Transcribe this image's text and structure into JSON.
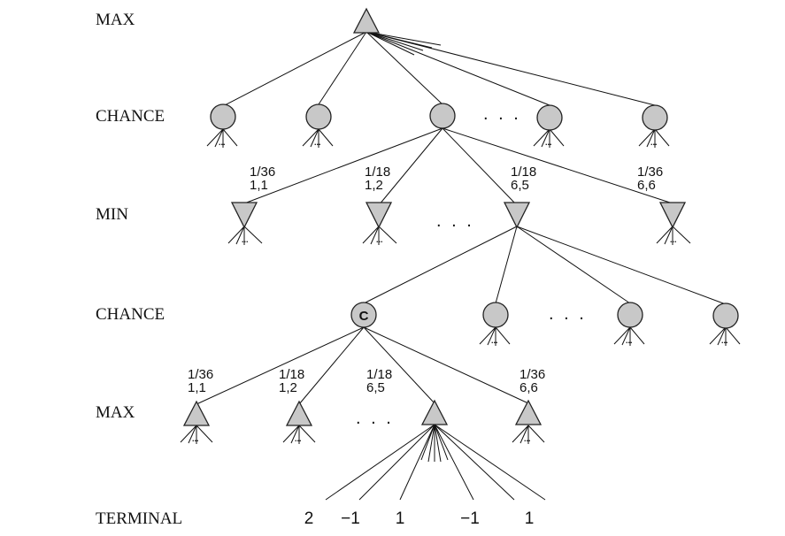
{
  "levels": {
    "max_top": "MAX",
    "chance_1": "CHANCE",
    "min": "MIN",
    "chance_2": "CHANCE",
    "max_bottom": "MAX",
    "terminal": "TERMINAL"
  },
  "ellipsis": ". . .",
  "mini_ellipsis": "...",
  "chance_node_letter": "C",
  "min_branches": [
    {
      "prob": "1/36",
      "roll": "1,1"
    },
    {
      "prob": "1/18",
      "roll": "1,2"
    },
    {
      "prob": "1/18",
      "roll": "6,5"
    },
    {
      "prob": "1/36",
      "roll": "6,6"
    }
  ],
  "max_branches": [
    {
      "prob": "1/36",
      "roll": "1,1"
    },
    {
      "prob": "1/18",
      "roll": "1,2"
    },
    {
      "prob": "1/18",
      "roll": "6,5"
    },
    {
      "prob": "1/36",
      "roll": "6,6"
    }
  ],
  "terminal_values": [
    "2",
    "−1",
    "1",
    "−1",
    "1"
  ]
}
